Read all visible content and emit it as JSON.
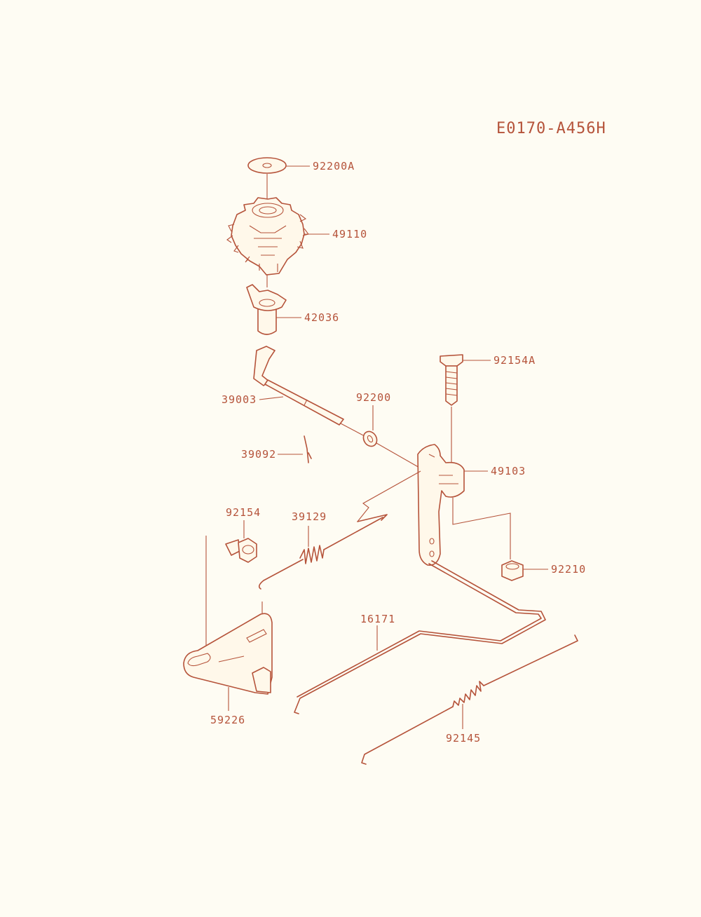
{
  "diagram": {
    "code": "E0170-A456H",
    "accent_color": "#b5533a",
    "background_color": "#fefcf3",
    "parts": {
      "p92200A": "92200A",
      "p49110": "49110",
      "p42036": "42036",
      "p92154A": "92154A",
      "p39003": "39003",
      "p92200": "92200",
      "p39092": "39092",
      "p49103": "49103",
      "p92154": "92154",
      "p39129": "39129",
      "p92210": "92210",
      "p16171": "16171",
      "p59226": "59226",
      "p92145": "92145"
    }
  }
}
